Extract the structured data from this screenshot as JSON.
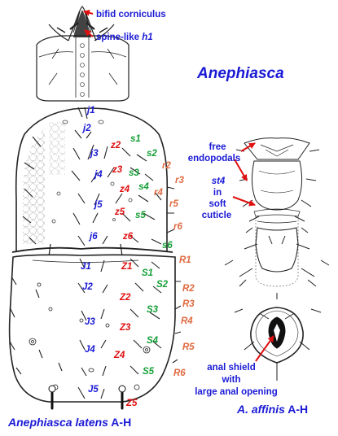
{
  "titles": {
    "genus": "Anephiasca",
    "species_main_name": "Anephiasca latens",
    "species_main_suffix": " A-H",
    "species_aff_name": "A. affinis",
    "species_aff_suffix": " A-H"
  },
  "annotations": {
    "bifid": "bifid corniculus",
    "spine_prefix": "spine-like ",
    "spine_italic": "h1",
    "free_line1": "free",
    "free_line2": "endopodals",
    "st4_line1": "st4",
    "st4_line2": "in",
    "st4_line3": "soft",
    "st4_line4": "cuticle",
    "anal_line1": "anal shield",
    "anal_line2": "with",
    "anal_line3": "large anal opening"
  },
  "setae": {
    "j": [
      "j1",
      "j2",
      "j3",
      "j4",
      "j5",
      "j6"
    ],
    "z": [
      "z2",
      "z3",
      "z4",
      "z5",
      "z6"
    ],
    "s": [
      "s1",
      "s2",
      "s3",
      "s4",
      "s5",
      "s6"
    ],
    "r": [
      "r2",
      "r3",
      "r4",
      "r5",
      "r6"
    ],
    "J": [
      "J1",
      "J2",
      "J3",
      "J4",
      "J5"
    ],
    "Z": [
      "Z1",
      "Z2",
      "Z3",
      "Z4",
      "Z5"
    ],
    "S": [
      "S1",
      "S2",
      "S3",
      "S4",
      "S5"
    ],
    "R": [
      "R1",
      "R2",
      "R3",
      "R4",
      "R5",
      "R6"
    ]
  },
  "colors": {
    "j_series": "#1a1ad6",
    "z_series": "#e01010",
    "s_series": "#17a038",
    "r_series": "#e06a40",
    "annotation_text": "#1a1ad6",
    "arrow": "#e01010",
    "outline": "#222222"
  }
}
